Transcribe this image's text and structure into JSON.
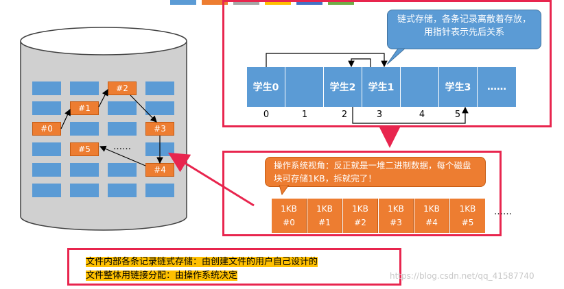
{
  "top_bar_colors": [
    "#5b9bd5",
    "#ed7d31",
    "#a5a5a5",
    "#ffc000",
    "#4472c4",
    "#70ad47"
  ],
  "disk": {
    "records": [
      {
        "id": "rec-0",
        "label": "#0"
      },
      {
        "id": "rec-1",
        "label": "#1"
      },
      {
        "id": "rec-2",
        "label": "#2"
      },
      {
        "id": "rec-3",
        "label": "#3"
      },
      {
        "id": "rec-4",
        "label": "#4"
      },
      {
        "id": "rec-5",
        "label": "#5"
      }
    ],
    "ellipsis": "……"
  },
  "array_panel": {
    "bubble_text": "链式存储，各条记录离散着存放，用指针表示先后关系",
    "cells": [
      "学生0",
      "",
      "学生2",
      "学生1",
      "",
      "学生3",
      "……"
    ],
    "indices": [
      "0",
      "1",
      "2",
      "3",
      "4",
      "5"
    ]
  },
  "os_panel": {
    "bubble_text": "操作系统视角：反正就是一堆二进制数据，每个磁盘块可存储1KB，拆就完了！",
    "blocks": [
      {
        "size": "1KB",
        "label": "#0"
      },
      {
        "size": "1KB",
        "label": "#1"
      },
      {
        "size": "1KB",
        "label": "#2"
      },
      {
        "size": "1KB",
        "label": "#3"
      },
      {
        "size": "1KB",
        "label": "#4"
      },
      {
        "size": "1KB",
        "label": "#5"
      }
    ],
    "ellipsis": "……"
  },
  "summary": {
    "line1": "文件内部各条记录链式存储：由创建文件的用户自己设计的",
    "line2": "文件整体用链接分配：由操作系统决定"
  },
  "watermark": "https://blog.csdn.net/qq_41587740",
  "colors": {
    "accent_red": "#e8254e",
    "block_blue": "#5b9bd5",
    "record_orange": "#ed7d31",
    "highlight": "#ffc000"
  }
}
